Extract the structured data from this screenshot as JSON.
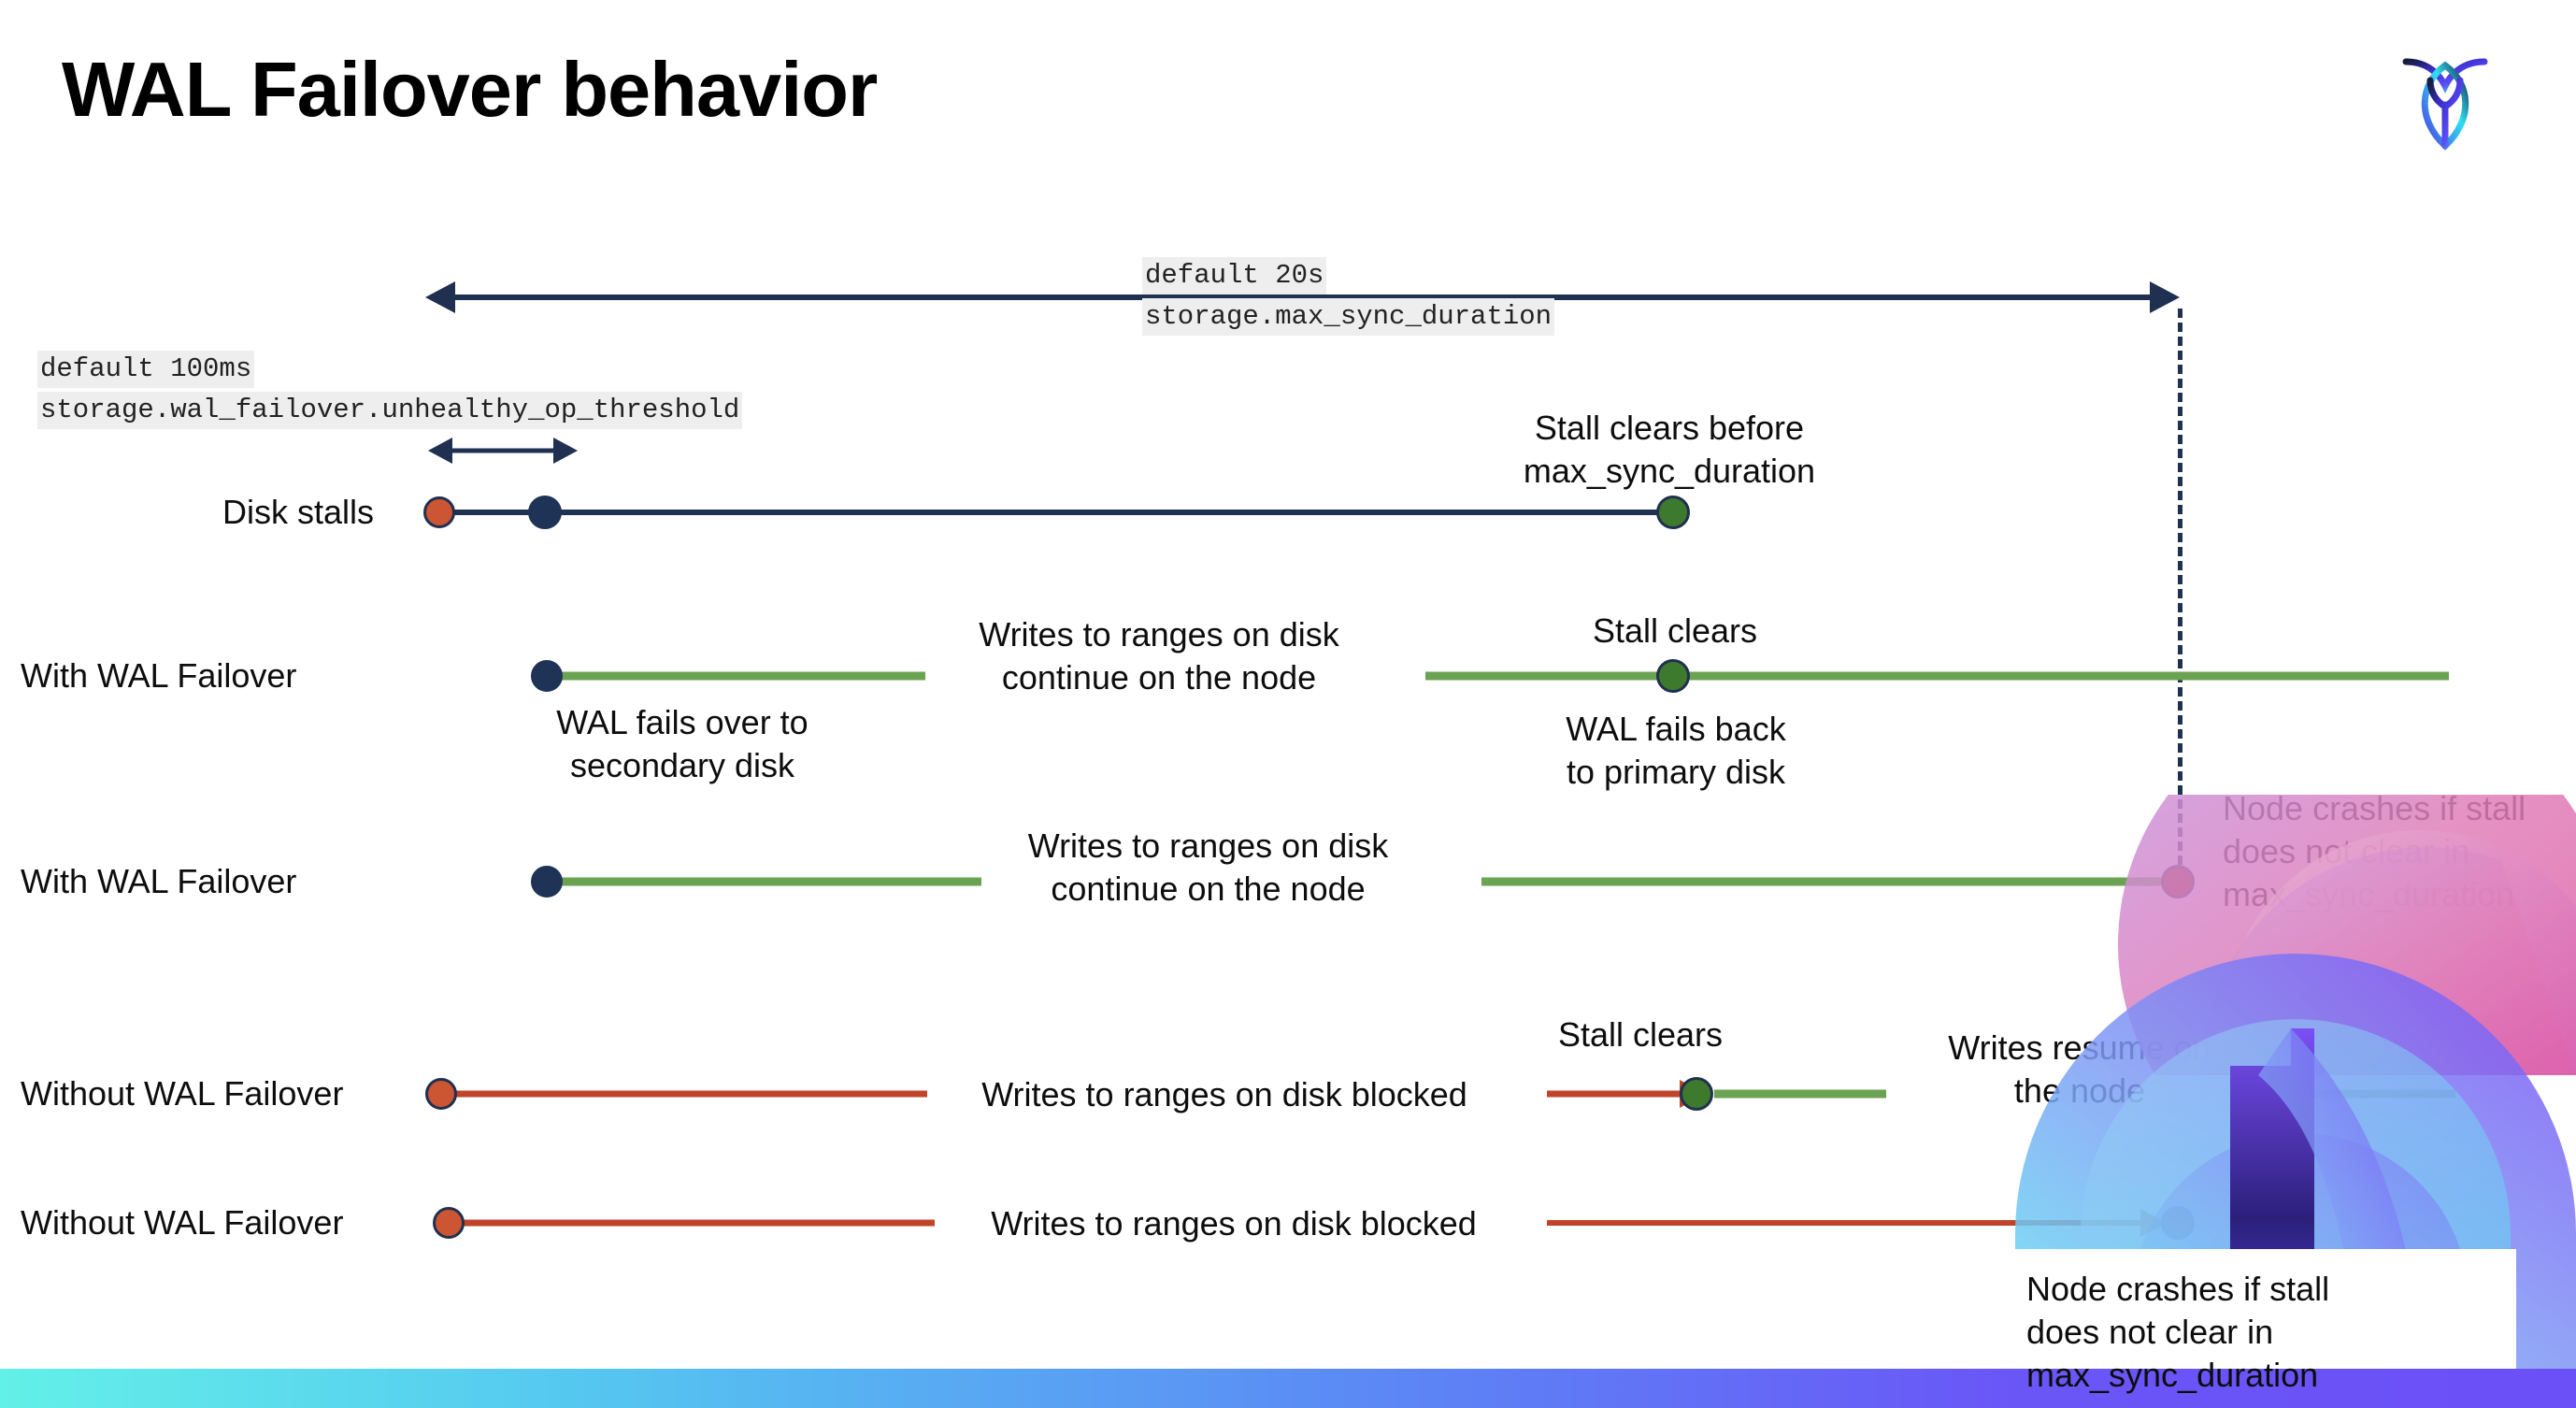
{
  "page": {
    "title": "WAL Failover behavior",
    "logo_name": "cockroachdb-logo"
  },
  "settings": [
    {
      "id": "max-sync-duration",
      "default_label": "default 20s",
      "setting_name": "storage.max_sync_duration"
    },
    {
      "id": "unhealthy-op-threshold",
      "default_label": "default 100ms",
      "setting_name": "storage.wal_failover.unhealthy_op_threshold"
    }
  ],
  "rows": [
    {
      "id": "disk-stalls",
      "label": "Disk stalls"
    },
    {
      "id": "with-wal-failover-1",
      "label": "With WAL Failover"
    },
    {
      "id": "with-wal-failover-2",
      "label": "With WAL Failover"
    },
    {
      "id": "without-wal-failover-1",
      "label": "Without WAL Failover"
    },
    {
      "id": "without-wal-failover-2",
      "label": "Without WAL Failover"
    }
  ],
  "annotations": {
    "stall_clears_before_max": "Stall clears before\nmax_sync_duration",
    "wal_fails_over": "WAL fails over to\nsecondary disk",
    "writes_continue_1": "Writes to ranges on disk\ncontinue on the node",
    "stall_clears_1": "Stall clears",
    "wal_fails_back": "WAL fails  back\nto primary disk",
    "writes_continue_2": "Writes to ranges on disk\ncontinue on the node",
    "node_crashes_1": "Node crashes if stall\ndoes not clear in\nmax_sync_duration",
    "writes_blocked_1": "Writes to ranges on disk  blocked",
    "stall_clears_2": "Stall clears",
    "writes_resume": "Writes resume on\nthe node",
    "writes_blocked_2": "Writes to ranges on disk  blocked",
    "node_crashes_2": "Node crashes if stall\ndoes not clear in\nmax_sync_duration"
  },
  "colors": {
    "navy": "#1f3050",
    "green_line": "#6aa352",
    "green_dot": "#3e7a2e",
    "red_line": "#c0442a",
    "orange_dot": "#cc5533",
    "dark_red_dot": "#8f1d14",
    "code_chip_bg": "#eeeeee",
    "text": "#0d0d0d"
  }
}
